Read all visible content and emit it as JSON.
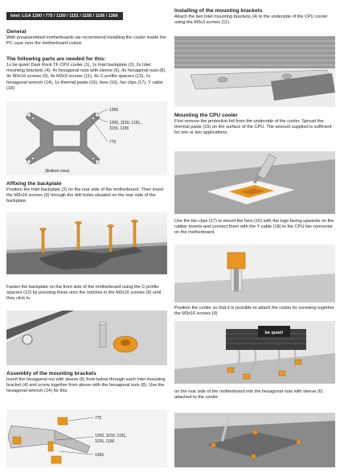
{
  "header": {
    "title": "Intel: LGA 1200 / 775 / 1150 / 1151 / 1155 / 1156 / 1366"
  },
  "general": {
    "heading": "General",
    "text": "With preassembled motherboards we recommend installing the cooler inside the PC case over the motherboard cutout."
  },
  "parts": {
    "heading": "The following parts are needed for this:",
    "text": "1x be quiet! Dark Rock TF CPU cooler (1), 1x Intel backplate (2), 2x Intel mounting brackets (4), 4x hexagonal nuts with sleeve (6), 4x hexagonal nuts (8), 4x M3x16 screws (9), 4x M3x3 screws (11), 4x C-profile spacers (12), 1x hexagonal wrench (14), 1x thermal paste (15), fans (16), fan clips (17), Y cable (18)"
  },
  "backplate_figure": {
    "callout_1366": "1366",
    "callout_1200": "1200, 1150, 1151,",
    "callout_1155": "1155, 1156",
    "callout_775": "775",
    "caption": "(Bottom view)"
  },
  "affixing": {
    "heading": "Affixing the backplate",
    "text": "Position the Intel backplate (2) on the rear side of the motherboard. Then insert the M3x16 screws (9) through the drill holes situated on the rear side of the backplate."
  },
  "fasten": {
    "text": "Fasten the backplate on the front side of the motherboard using the C-profile spacers (12) by pressing these onto the notches in the M3x16 screws (9) until they click in."
  },
  "assembly": {
    "heading": "Assembly of the mounting brackets",
    "text": "Insert the hexagonal nut with sleeve (6) from below through each Intel mounting bracket (4) and screw together from above with the hexagonal nuts (8). Use the hexagonal wrench (14) for this."
  },
  "bracket_figure": {
    "callout_775": "775",
    "callout_1200": "1200, 1150, 1151,",
    "callout_1155": "1155, 1156",
    "callout_1366": "1366"
  },
  "installing": {
    "heading": "Installing of the mounting brackets",
    "text": "Attach the two Intel mounting brackets (4) to the underside of the CPU cooler using the M3x3 screws (11)."
  },
  "mounting": {
    "heading": "Mounting the CPU cooler",
    "text": "First remove the protective foil from the underside of the cooler. Spread the thermal paste (15) on the surface of the CPU. The amount supplied is sufficient for one or two applications."
  },
  "fanclips": {
    "text": "Use the fan clips (17) to mount the fans (16) with the logo facing upwards on the rubber inserts and connect them with the Y cable (18) to the CPU fan connector on the motherboard."
  },
  "position": {
    "text": "Position the cooler so that it is possible to attach the cooler by screwing together the M3x16 screws (9)"
  },
  "fan_logo": {
    "text": "be quiet!"
  },
  "rear": {
    "text": "on the rear side of the motherboard into the hexagonal nuts with sleeve (6) attached to the cooler."
  },
  "colors": {
    "accent": "#e8961e",
    "metal": "#c8c8c8",
    "board": "#7a7a7a",
    "backplate": "#5a5a5a"
  }
}
